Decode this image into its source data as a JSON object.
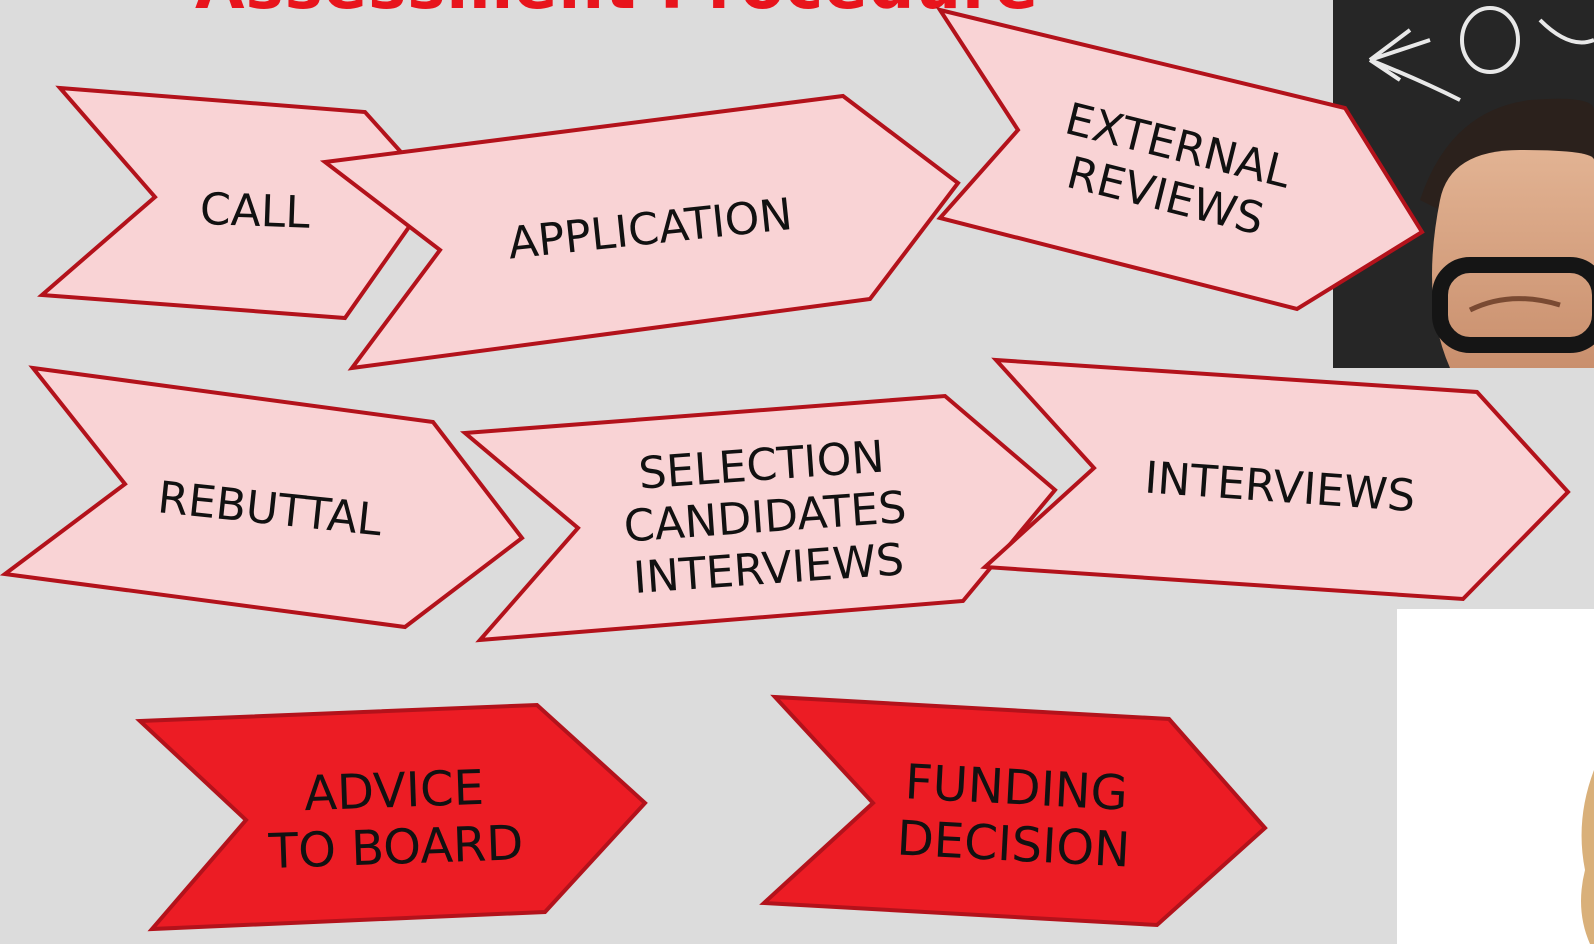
{
  "title": "Assessment Procedure",
  "colors": {
    "background": "#dcdcdc",
    "title": "#e8141c",
    "light_fill": "#f9d3d5",
    "dark_fill": "#ec1c24",
    "stroke": "#b3121b"
  },
  "steps": [
    {
      "lines": [
        "CALL"
      ],
      "style": "light"
    },
    {
      "lines": [
        "APPLICATION"
      ],
      "style": "light"
    },
    {
      "lines": [
        "EXTERNAL",
        "REVIEWS"
      ],
      "style": "light"
    },
    {
      "lines": [
        "REBUTTAL"
      ],
      "style": "light"
    },
    {
      "lines": [
        "SELECTION",
        "CANDIDATES",
        "INTERVIEWS"
      ],
      "style": "light"
    },
    {
      "lines": [
        "INTERVIEWS"
      ],
      "style": "light"
    },
    {
      "lines": [
        "ADVICE",
        "TO BOARD"
      ],
      "style": "dark"
    },
    {
      "lines": [
        "FUNDING",
        "DECISION"
      ],
      "style": "dark"
    }
  ],
  "photos": [
    {
      "name": "man-with-glasses-photo"
    },
    {
      "name": "white-side-photo"
    }
  ]
}
